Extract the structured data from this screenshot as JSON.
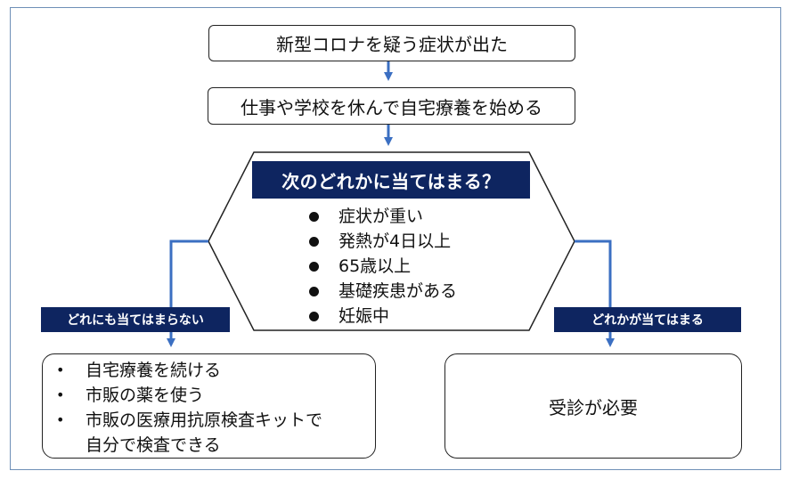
{
  "flow": {
    "step1": "新型コロナを疑う症状が出た",
    "step2": "仕事や学校を休んで自宅療養を始める",
    "question": "次のどれかに当てはまる？",
    "conditions": [
      "症状が重い",
      "発熱が4日以上",
      "65歳以上",
      "基礎疾患がある",
      "妊娠中"
    ],
    "branch_no": {
      "label": "どれにも当てはまらない",
      "bullet": "•",
      "items": [
        "自宅療養を続ける",
        "市販の薬を使う",
        "市販の医療用抗原検査キットで\n自分で検査できる"
      ]
    },
    "branch_yes": {
      "label": "どれかが当てはまる",
      "result": "受診が必要"
    }
  },
  "colors": {
    "navy": "#0e2560",
    "connector": "#3b6fc2",
    "frame": "#6e8fb7"
  }
}
